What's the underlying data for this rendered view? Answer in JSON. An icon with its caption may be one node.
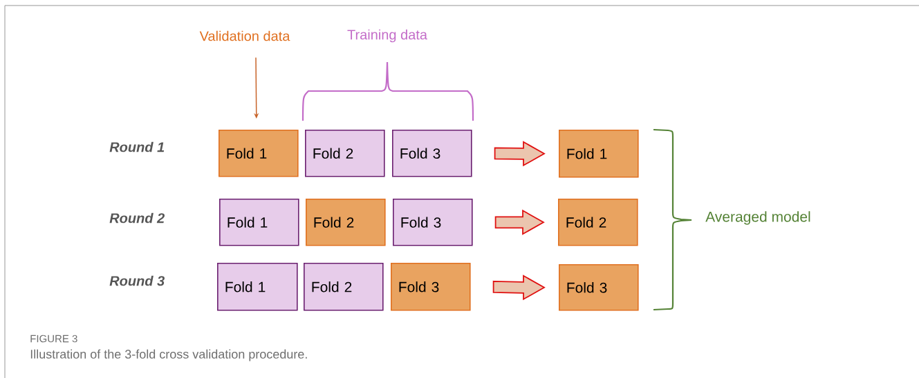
{
  "diagram": {
    "caption": "Illustration of the 3-fold cross validation procedure.",
    "nodes": [
      {
        "text": [
          "Validation data"
        ]
      },
      {
        "text": [
          "Fold 1"
        ]
      },
      {
        "text": [
          "Fold 2"
        ]
      },
      {
        "text": [
          "Fold 3"
        ]
      },
      {
        "text": [
          "Fold 1"
        ]
      },
      {
        "text": [
          "Fold 1"
        ]
      },
      {
        "text": [
          "Fold 2"
        ]
      },
      {
        "text": [
          "Fold 3"
        ]
      },
      {
        "text": [
          "Fold 2"
        ]
      },
      {
        "text": [
          "Fold 1"
        ]
      },
      {
        "text": [
          "Fold 2"
        ]
      },
      {
        "text": [
          "Fold 3"
        ]
      },
      {
        "text": [
          "Fold 3"
        ]
      }
    ],
    "edges": [
      {
        "from": 0,
        "to": 1,
        "arrow": "to",
        "color": "#c8642a"
      },
      {
        "from": 3,
        "to": 4,
        "arrow": "to"
      },
      {
        "from": 7,
        "to": 8,
        "arrow": "to"
      },
      {
        "from": 11,
        "to": 12,
        "arrow": "to"
      }
    ],
    "labels": [
      "Training data",
      "Round 1",
      "Round 2",
      "Averaged model",
      "Round 3",
      "FIGURE 3"
    ]
  }
}
